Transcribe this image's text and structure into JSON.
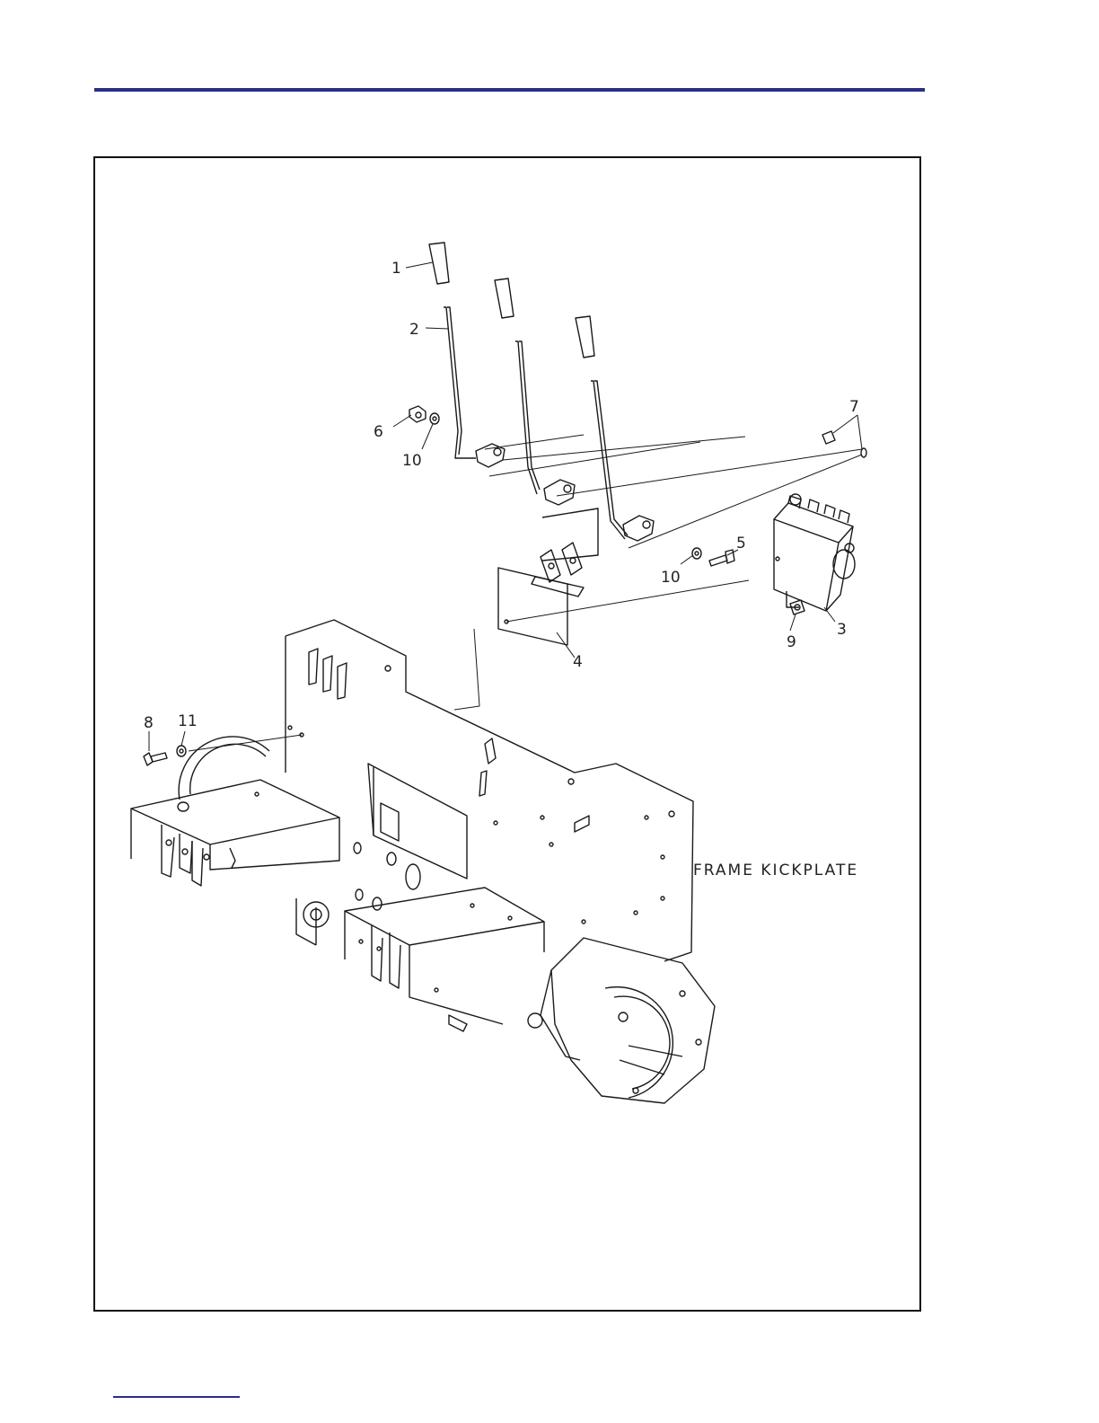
{
  "header": {
    "rule_color": "#2b2f86"
  },
  "callouts": [
    "1",
    "2",
    "3",
    "4",
    "5",
    "6",
    "7",
    "8",
    "9",
    "10",
    "10",
    "11"
  ],
  "frame_label": "FRAME KICKPLATE",
  "footer": {
    "rule_color": "#2b2f86"
  }
}
